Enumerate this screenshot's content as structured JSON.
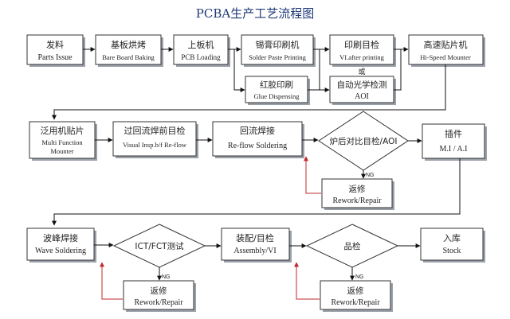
{
  "title": "PCBA生产工艺流程图",
  "colors": {
    "text_title": "#1f3a78",
    "box_border": "#333333",
    "shadow": "#9aa0a8",
    "arrow": "#111111",
    "rework_arrow": "#c0282d"
  },
  "nodes": {
    "parts_issue": {
      "zh": "发料",
      "en": "Parts Issue"
    },
    "bare_board_baking": {
      "zh": "基板烘烤",
      "en": "Bare Board Baking"
    },
    "pcb_loading": {
      "zh": "上板机",
      "en": "PCB Loading"
    },
    "solder_paste_printing": {
      "zh": "锡膏印刷机",
      "en": "Solder Paste Printing"
    },
    "vi_after_printing": {
      "zh": "印刷目检",
      "en": "VI.after printing"
    },
    "or_label": "或",
    "aoi_1": {
      "zh": "自动光学检测",
      "en": "AOI"
    },
    "high_speed_mounter": {
      "zh": "高速贴片机",
      "en": "Hi-Speed Mounter"
    },
    "glue_dispensing": {
      "zh": "红胶印刷",
      "en": "Glue Dispensing"
    },
    "multi_function_mounter": {
      "zh": "泛用机贴片",
      "en1": "Multi Function",
      "en2": "Mounter"
    },
    "visual_insp_before_reflow": {
      "zh": "过回流焊前目检",
      "en": "Visual Insp.b/f Re-flow"
    },
    "reflow_soldering": {
      "zh": "回流焊接",
      "en": "Re-flow  Soldering"
    },
    "post_reflow_check": {
      "zh": "炉后对比目检/AOI"
    },
    "insertion": {
      "zh": "插件",
      "en": "M.I / A.I"
    },
    "rework_1": {
      "zh": "返修",
      "en": "Rework/Repair"
    },
    "wave_soldering": {
      "zh": "波峰焊接",
      "en": "Wave Soldering"
    },
    "ict_fct_test": {
      "zh": "ICT/FCT测试"
    },
    "assembly_vi": {
      "zh": "装配/目检",
      "en": "Assembly/VI"
    },
    "quality_check": {
      "zh": "品检"
    },
    "stock": {
      "zh": "入库",
      "en": "Stock"
    },
    "rework_2": {
      "zh": "返修",
      "en": "Rework/Repair"
    },
    "rework_3": {
      "zh": "返修",
      "en": "Rework/Repair"
    }
  },
  "ng_label": "NG"
}
